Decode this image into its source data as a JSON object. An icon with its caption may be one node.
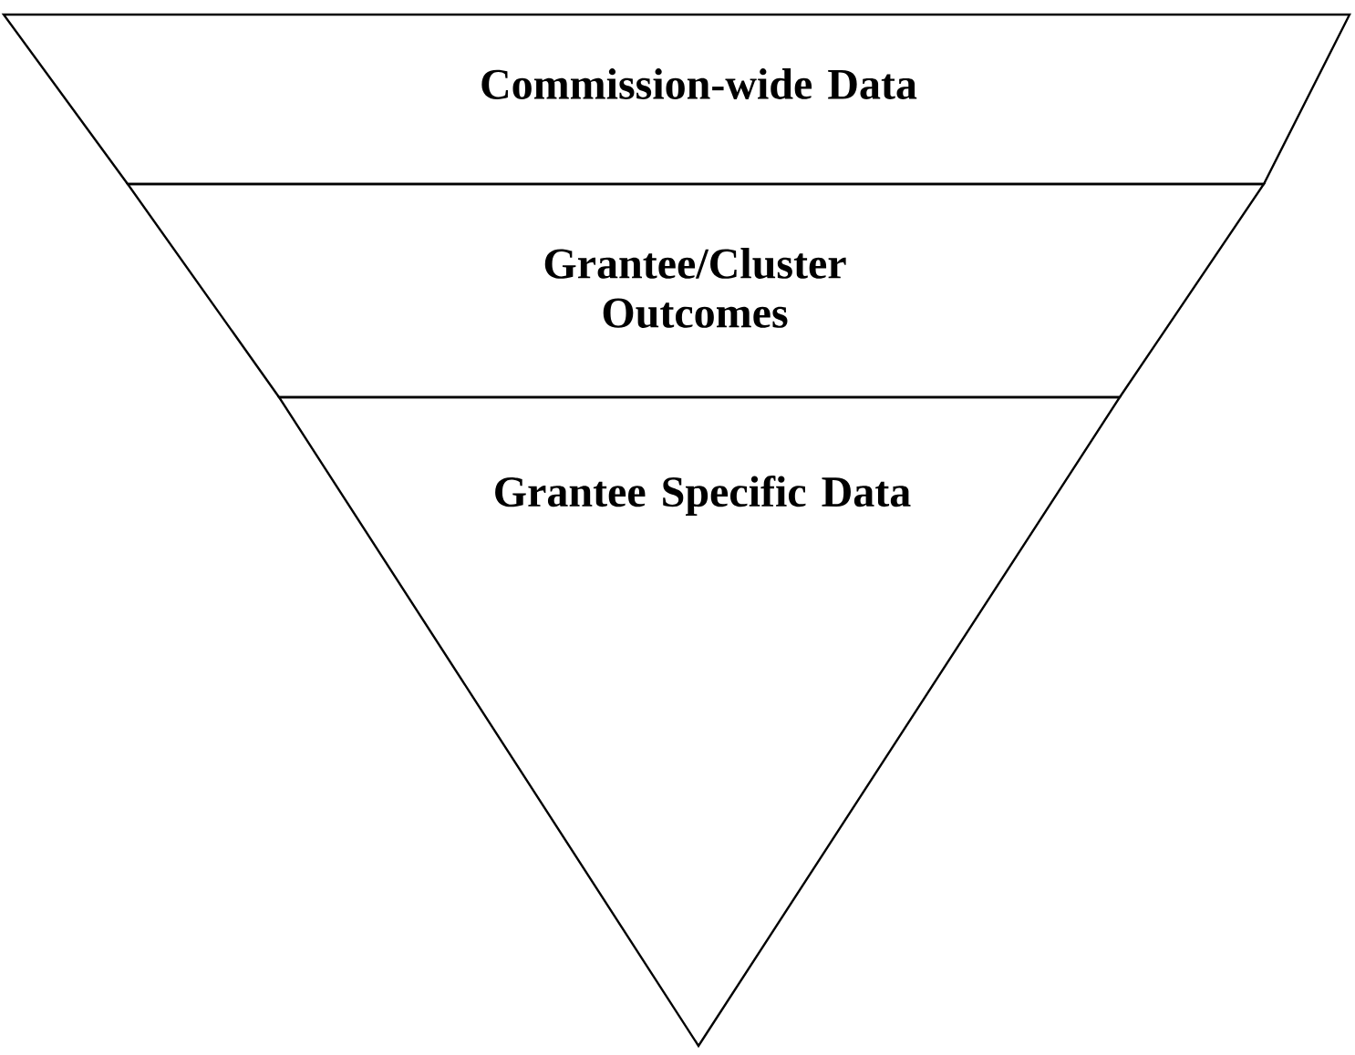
{
  "diagram": {
    "nodes": [
      {
        "text": [
          "Commission-wide Data"
        ]
      },
      {
        "text": [
          "Grantee/Cluster Outcomes"
        ]
      },
      {
        "text": [
          "Grantee Specific Data"
        ]
      }
    ]
  }
}
